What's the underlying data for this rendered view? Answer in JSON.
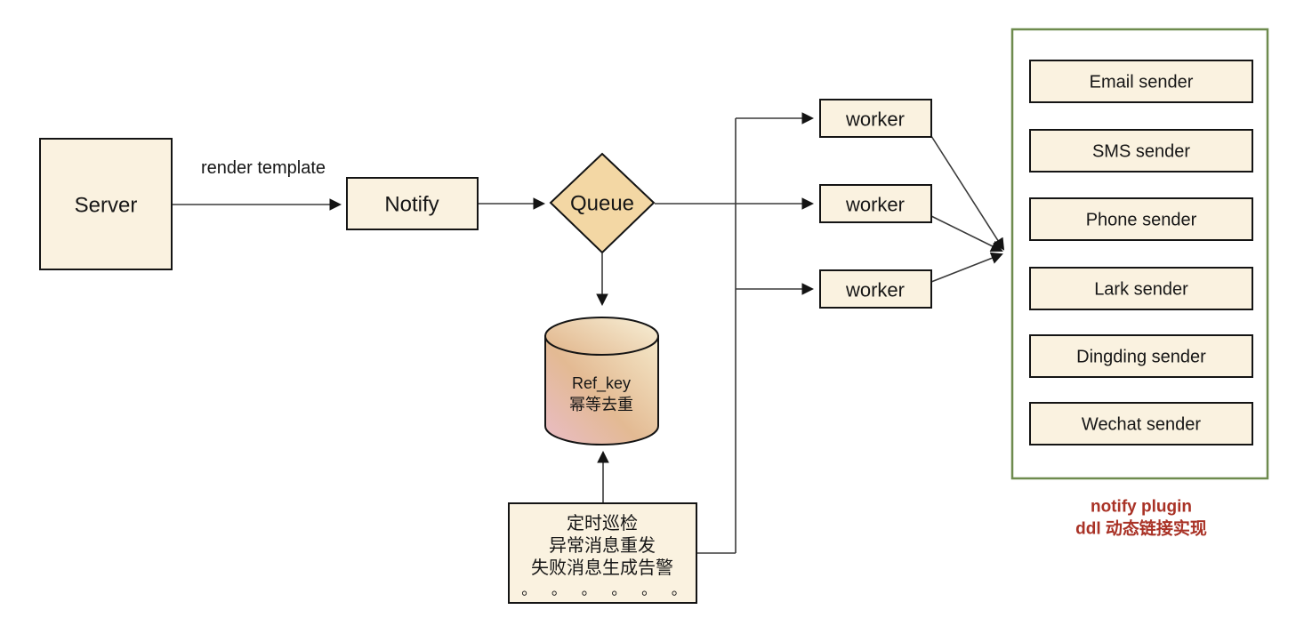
{
  "diagram": {
    "nodes": {
      "server": "Server",
      "notify": "Notify",
      "queue": "Queue",
      "worker1": "worker",
      "worker2": "worker",
      "worker3": "worker"
    },
    "edges": {
      "render_template": "render template"
    },
    "dedup_db": {
      "line1": "Ref_key",
      "line2": "幂等去重"
    },
    "retry_box": {
      "line1": "定时巡检",
      "line2": "异常消息重发",
      "line3": "失败消息生成告警",
      "dots": "。 。 。 。 。 。"
    },
    "senders": [
      "Email sender",
      "SMS sender",
      "Phone sender",
      "Lark sender",
      "Dingding sender",
      "Wechat sender"
    ],
    "caption": {
      "line1": "notify plugin",
      "line2": "ddl 动态链接实现"
    },
    "colors": {
      "box_fill": "#faf2e0",
      "diamond_fill": "#f3d7a4",
      "cylinder_tan": "#e3ba93",
      "cylinder_pink": "#e9bcc4",
      "green_border": "#6e8b4e",
      "caption_red": "#a93226",
      "shape_border": "#141414",
      "background": "#ffffff"
    }
  }
}
